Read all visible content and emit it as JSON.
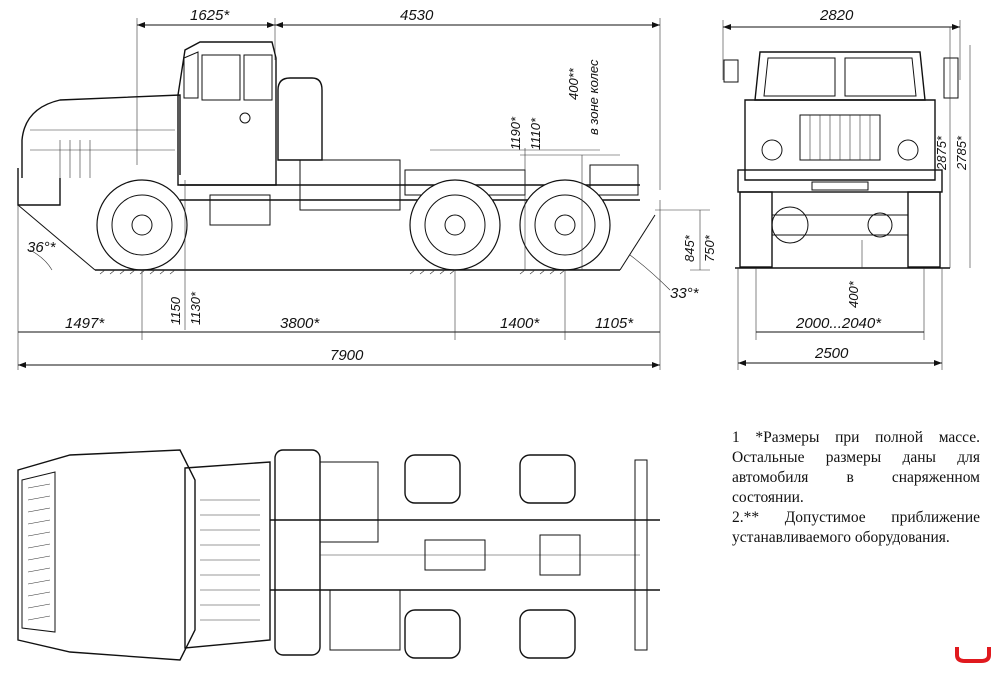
{
  "dimensions": {
    "side_top_1": "1625*",
    "side_top_2": "4530",
    "side_h_1190": "1190*",
    "side_h_1110": "1110*",
    "side_h_400": "400**",
    "wheel_zone": "в зоне колес",
    "angle_front": "36°*",
    "angle_rear": "33°*",
    "h_845": "845*",
    "h_750": "750*",
    "h_1150": "1150",
    "h_1130": "1130*",
    "base_1497": "1497*",
    "base_3800": "3800*",
    "base_1400": "1400*",
    "base_1105": "1105*",
    "overall_7900": "7900",
    "front_width_top": "2820",
    "front_h_2875": "2875*",
    "front_h_2785": "2785*",
    "front_h_400": "400*",
    "front_track": "2000...2040*",
    "front_width": "2500"
  },
  "notes": [
    "1 *Размеры при полной массе. Остальные размеры даны для автомобиля в снаряженном состоянии.",
    "2.** Допустимое приближение устанавливаемого оборудования."
  ],
  "colors": {
    "line": "#111111",
    "brand": "#e0191e"
  }
}
